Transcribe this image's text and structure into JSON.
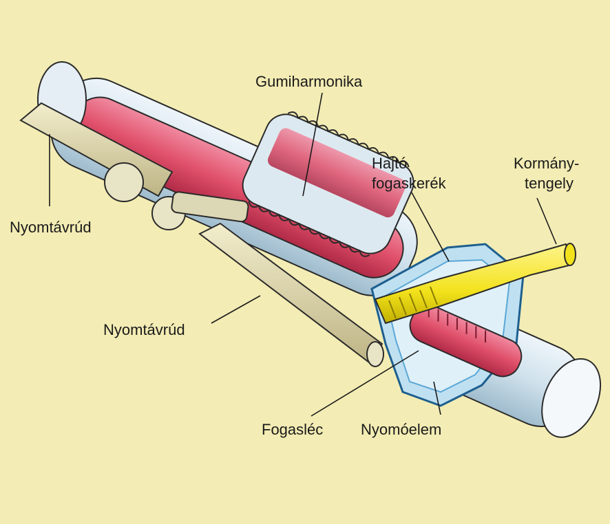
{
  "labels": {
    "gumiharmonika": "Gumiharmonika",
    "hajto_fogaskerek_line1": "Hajtó",
    "hajto_fogaskerek_line2": "fogaskerék",
    "kormanytengely_line1": "Kormány-",
    "kormanytengely_line2": "tengely",
    "nyomtavrud_upper": "Nyomtávrúd",
    "nyomtavrud_lower": "Nyomtávrúd",
    "fogasleces": "Fogasléc",
    "nyomoelem": "Nyomóelem"
  },
  "colors": {
    "background": "#f3ecb4",
    "housing": "#cfe1ec",
    "rack": "#e0506a",
    "pinion": "#f2e21c",
    "tie_rod": "#ddd6a8",
    "outline": "#2a2a2a",
    "pinion_housing": "#5aa7d6"
  }
}
